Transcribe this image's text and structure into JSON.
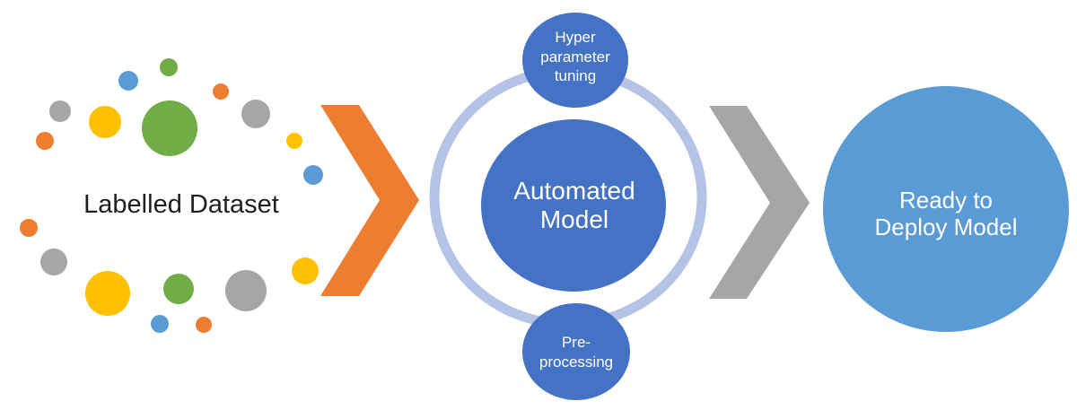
{
  "colors": {
    "blue_dark": "#4472c4",
    "blue_light": "#5b9bd5",
    "ring": "#b4c3e6",
    "orange": "#ed7d31",
    "gray": "#a6a6a6",
    "yellow": "#ffc000",
    "green": "#70ad47",
    "text_dark": "#1f1f1f",
    "text_light": "#ffffff"
  },
  "stages": {
    "dataset": {
      "label": "Labelled Dataset"
    },
    "model": {
      "line1": "Automated",
      "line2": "Model"
    },
    "hyper_tuning": {
      "line1": "Hyper",
      "line2": "parameter",
      "line3": "tuning"
    },
    "preprocessing": {
      "line1": "Pre-",
      "line2": "processing"
    },
    "ready": {
      "line1": "Ready to",
      "line2": "Deploy Model"
    }
  }
}
